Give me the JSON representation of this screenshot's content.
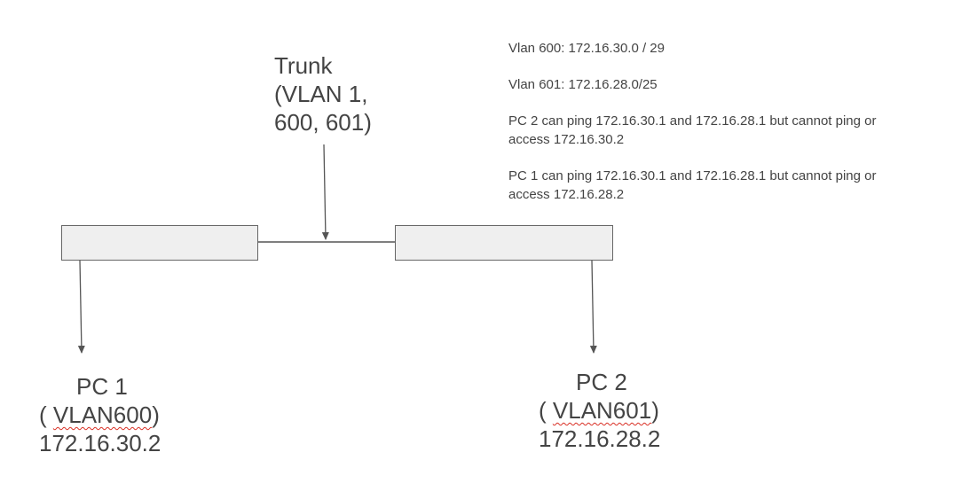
{
  "trunk": {
    "line1": "Trunk",
    "line2": "(VLAN 1,",
    "line3": "600, 601)"
  },
  "notes": [
    {
      "lines": [
        "Vlan 600: 172.16.30.0 / 29"
      ]
    },
    {
      "lines": [
        "Vlan 601: 172.16.28.0/25"
      ]
    },
    {
      "lines": [
        "PC 2 can ping 172.16.30.1 and 172.16.28.1 but cannot ping or",
        "access 172.16.30.2"
      ]
    },
    {
      "lines": [
        "PC 1 can ping 172.16.30.1 and 172.16.28.1 but cannot ping or",
        "access 172.16.28.2"
      ]
    }
  ],
  "pc1": {
    "name": "PC 1",
    "vlan_open": "( ",
    "vlan": "VLAN600",
    "vlan_close": ")",
    "ip": "172.16.30.2"
  },
  "pc2": {
    "name": "PC 2",
    "vlan_open": "( ",
    "vlan": "VLAN601",
    "vlan_close": ")",
    "ip": "172.16.28.2"
  },
  "colors": {
    "box_fill": "#efefef",
    "line": "#555555",
    "text": "#444444",
    "spellcheck": "#d93025"
  }
}
